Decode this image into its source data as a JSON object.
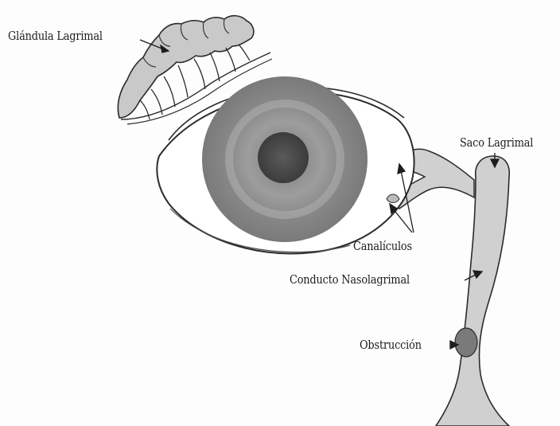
{
  "labels": {
    "glandula": "Glándula Lagrimal",
    "saco": "Saco Lagrimal",
    "canaliculos": "Canalículos",
    "conducto": "Conducto Nasolagrimal",
    "obstruccion": "Obstrucción"
  },
  "colors": {
    "gland_fill": "#c8c8c8",
    "sclera_fill": "#ffffff",
    "iris_outer": "#8a8a8a",
    "iris_mid": "#a4a4a4",
    "pupil": "#4a4a4a",
    "duct_fill": "#cfcfcf",
    "obstruction": "#7a7a7a",
    "outline": "#2b2b2b"
  }
}
